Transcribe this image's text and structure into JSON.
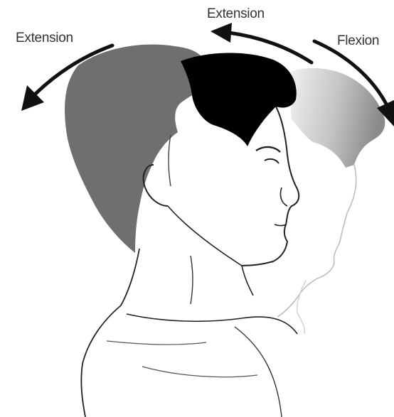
{
  "labels": {
    "extension_left": "Extension",
    "extension_top": "Extension",
    "flexion": "Flexion"
  },
  "colors": {
    "background": "#ffffff",
    "extended_head_hair": "#6f6f6f",
    "neutral_head_hair": "#000000",
    "flexed_head_hair_light": "#e8e8e8",
    "flexed_head_hair_dark": "#8a8a8a",
    "outline": "#222222",
    "arrow": "#111111",
    "label_text": "#333333"
  },
  "icons": {
    "arrow_extension_left": "curved-arrow-down-left",
    "arrow_extension_top": "curved-arrow-left",
    "arrow_flexion": "curved-arrow-down-right"
  }
}
